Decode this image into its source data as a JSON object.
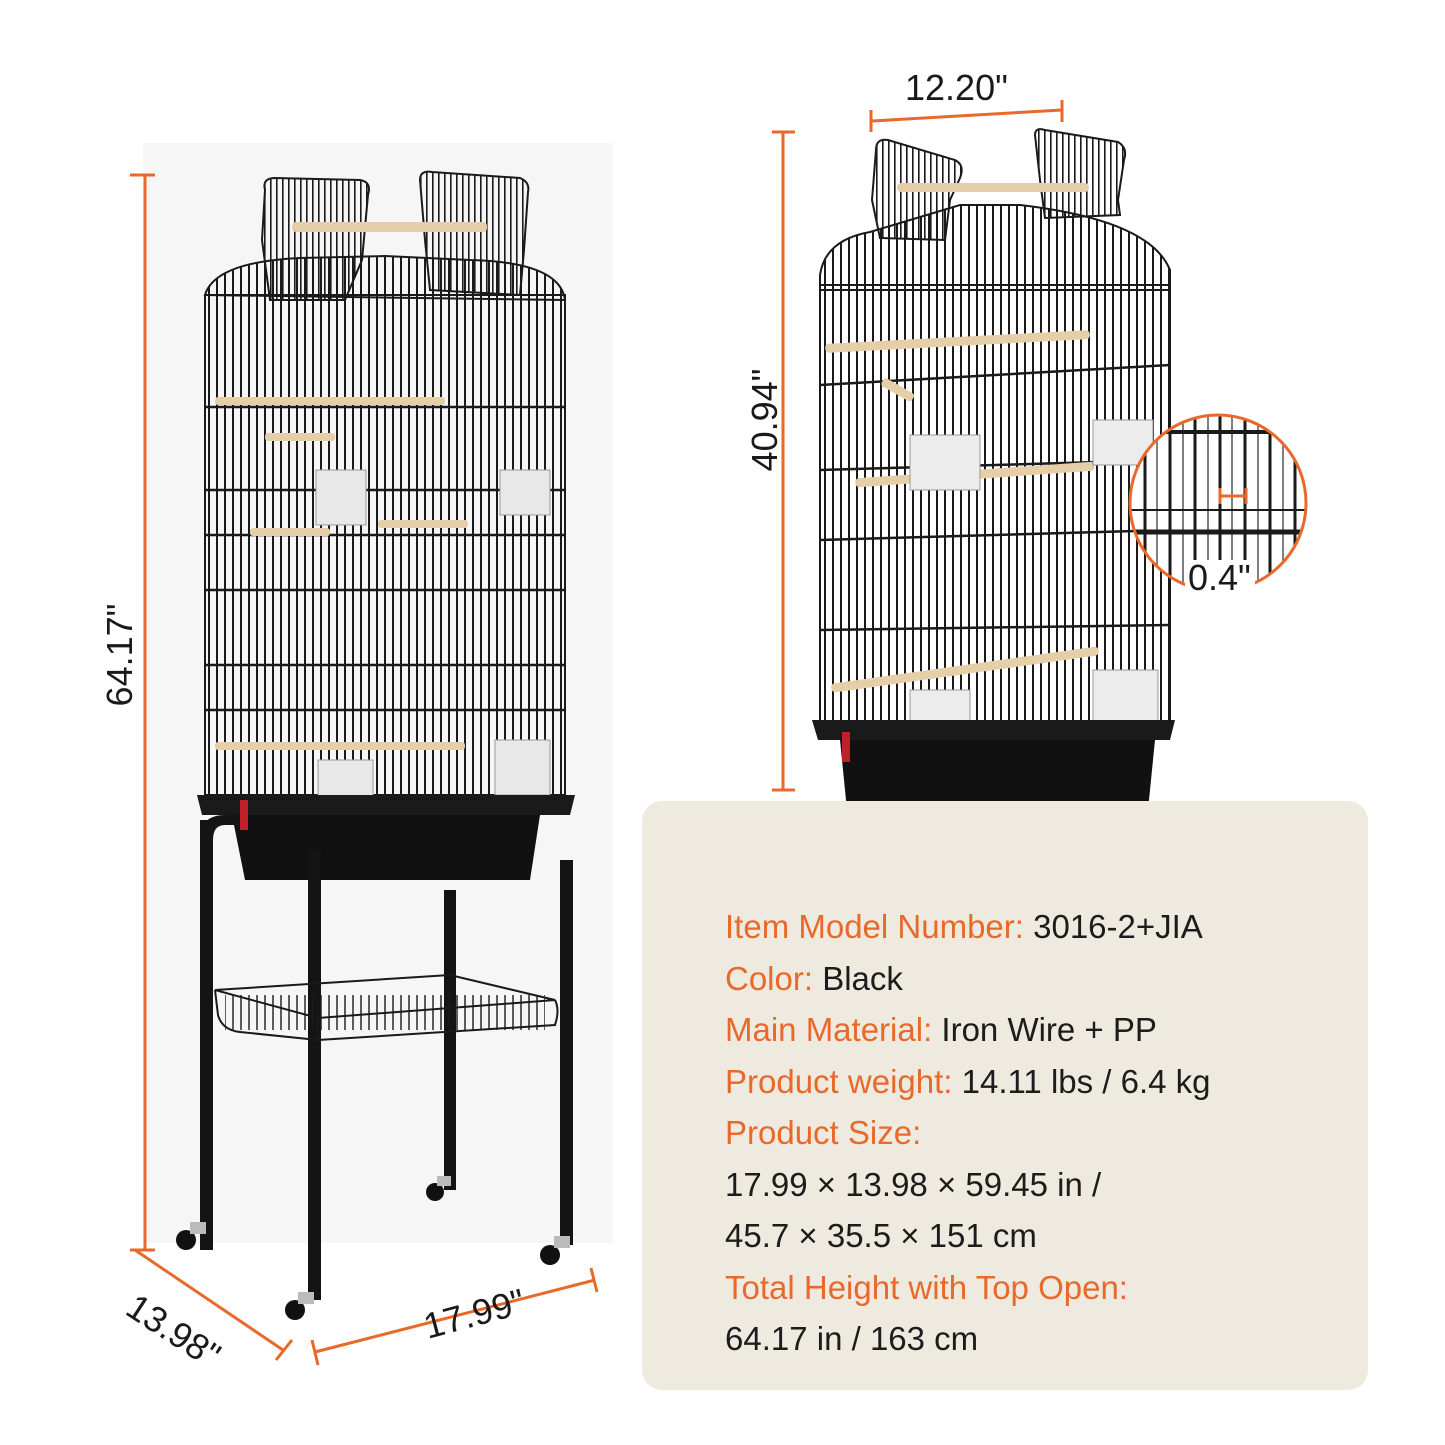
{
  "colors": {
    "accent": "#e8692a",
    "text": "#1c1c1c",
    "card_bg": "#efeae0",
    "cage_black": "#141414",
    "perch_wood": "#e6cfa8",
    "latch_red": "#c0202a"
  },
  "dimensions": {
    "total_height": "64.17\"",
    "cage_height": "40.94\"",
    "top_opening_width": "12.20\"",
    "depth": "13.98\"",
    "width": "17.99\"",
    "bar_spacing": "0.4\""
  },
  "illustrations": {
    "left": "bird-cage-with-stand",
    "right": "bird-cage-without-stand",
    "detail": "wire-spacing-magnifier"
  },
  "specs": {
    "model_label": "Item Model Number:",
    "model_value": "3016-2+JIA",
    "color_label": "Color:",
    "color_value": "Black",
    "material_label": "Main Material:",
    "material_value": "Iron Wire + PP",
    "weight_label": "Product weight:",
    "weight_value": "14.11 lbs / 6.4 kg",
    "size_label": "Product Size:",
    "size_value_in": "17.99 × 13.98  × 59.45 in /",
    "size_value_cm": "45.7 × 35.5 × 151 cm",
    "total_height_label": "Total  Height with Top Open:",
    "total_height_value": "64.17 in / 163 cm"
  }
}
